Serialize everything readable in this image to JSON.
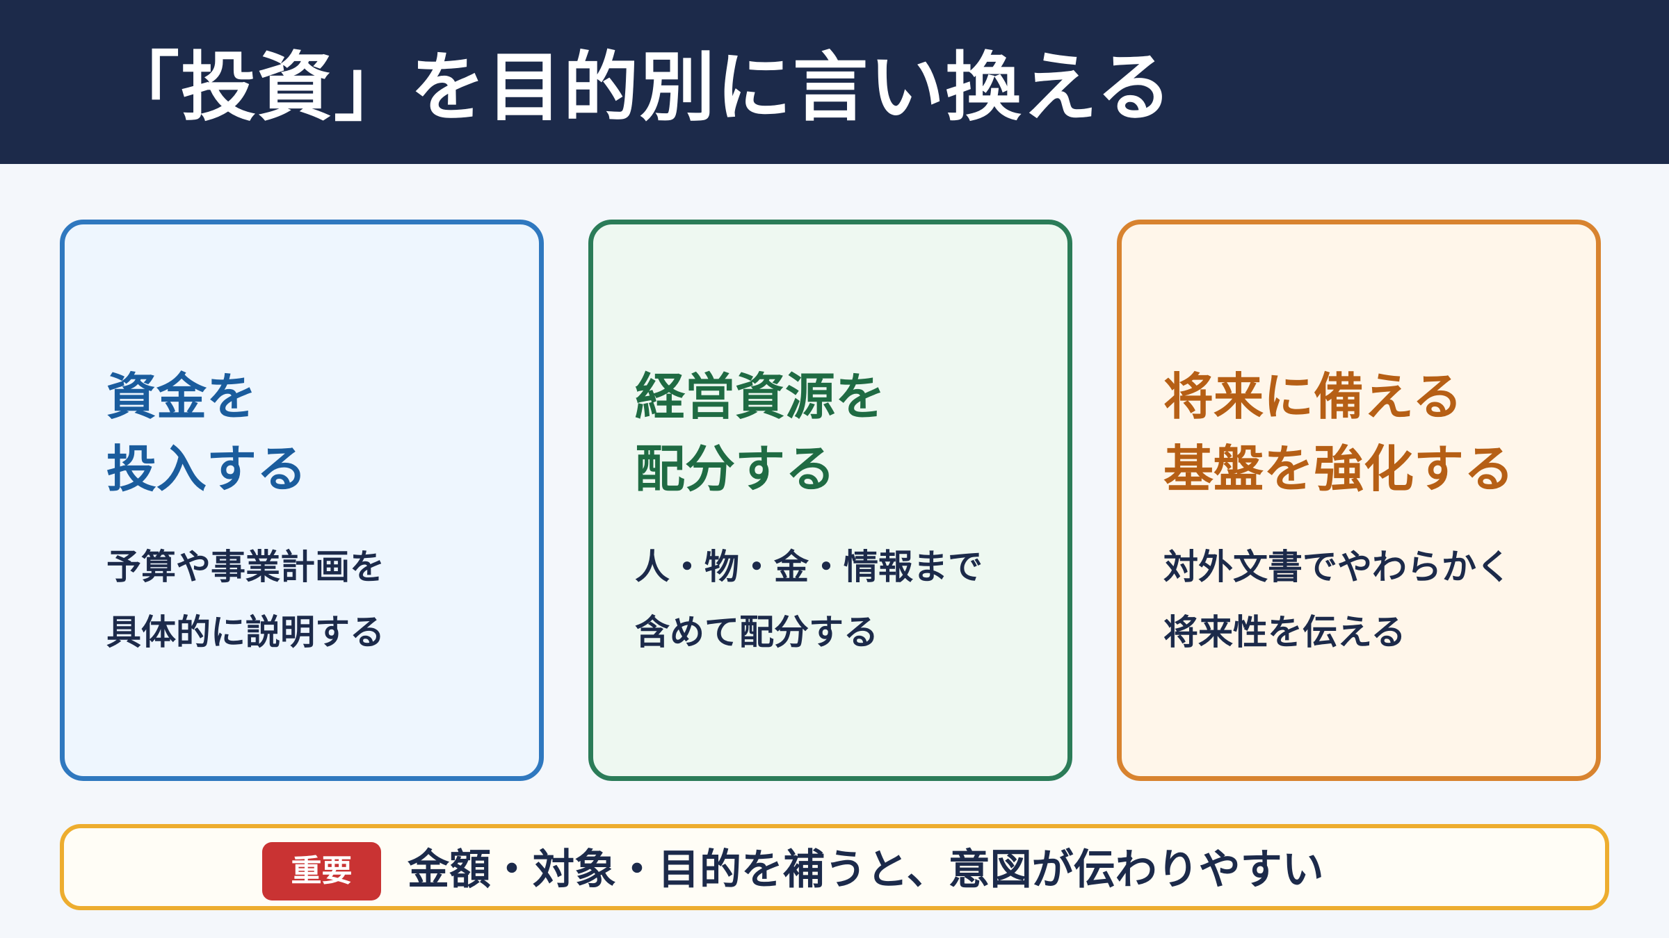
{
  "page": {
    "title": "「投資」を目的別に言い換える"
  },
  "colors": {
    "header_background": "#1c2a4a",
    "page_background": "#f4f7fb",
    "text_dark": "#1c2a4a",
    "important_badge": "#c93333",
    "important_border": "#edad2f"
  },
  "cards": [
    {
      "heading": [
        "資金を",
        "投入する"
      ],
      "description": [
        "予算や事業計画を",
        "具体的に説明する"
      ],
      "theme": {
        "border": "#2f78bf",
        "background": "#eef6fe",
        "heading": "#1a5c9d"
      }
    },
    {
      "heading": [
        "経営資源を",
        "配分する"
      ],
      "description": [
        "人・物・金・情報まで",
        "含めて配分する"
      ],
      "theme": {
        "border": "#2b7c58",
        "background": "#eef8f1",
        "heading": "#1f6b43"
      }
    },
    {
      "heading": [
        "将来に備える",
        "基盤を強化する"
      ],
      "description": [
        "対外文書でやわらかく",
        "将来性を伝える"
      ],
      "theme": {
        "border": "#d8832f",
        "background": "#fff6ea",
        "heading": "#b65f15"
      }
    }
  ],
  "note": {
    "badge": "重要",
    "text": "金額・対象・目的を補うと、意図が伝わりやすい"
  }
}
